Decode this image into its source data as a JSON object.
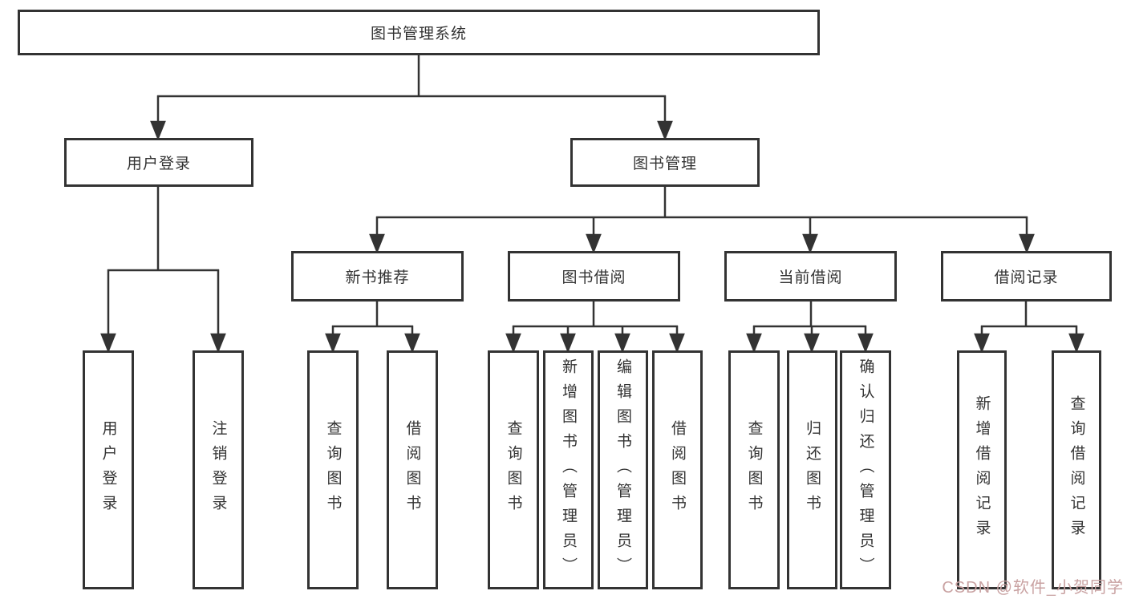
{
  "tree": {
    "root": {
      "label": "图书管理系统"
    },
    "branches": [
      {
        "label": "用户登录",
        "children": [
          {
            "label": "用户登录"
          },
          {
            "label": "注销登录"
          }
        ]
      },
      {
        "label": "图书管理",
        "children": [
          {
            "label": "新书推荐",
            "children": [
              {
                "label": "查询图书"
              },
              {
                "label": "借阅图书"
              }
            ]
          },
          {
            "label": "图书借阅",
            "children": [
              {
                "label": "查询图书"
              },
              {
                "label": "新增图书（管理员）"
              },
              {
                "label": "编辑图书（管理员）"
              },
              {
                "label": "借阅图书"
              }
            ]
          },
          {
            "label": "当前借阅",
            "children": [
              {
                "label": "查询图书"
              },
              {
                "label": "归还图书"
              },
              {
                "label": "确认归还（管理员）"
              }
            ]
          },
          {
            "label": "借阅记录",
            "children": [
              {
                "label": "新增借阅记录"
              },
              {
                "label": "查询借阅记录"
              }
            ]
          }
        ]
      }
    ]
  },
  "watermark": {
    "text": "CSDN @软件_小贺同学"
  },
  "colors": {
    "box_border": "#333333",
    "connector_line": "#333333",
    "text": "#333333",
    "background": "#ffffff",
    "watermark_text": "#c9a2a2"
  }
}
